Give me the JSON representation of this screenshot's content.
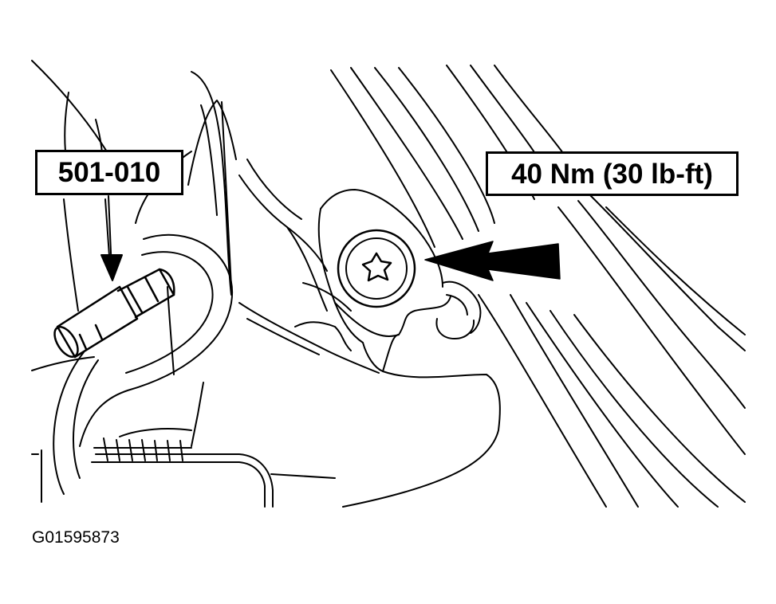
{
  "callouts": {
    "tool_number": "501-010",
    "torque_spec": "40 Nm (30 lb-ft)"
  },
  "figure_id": "G01595873",
  "colors": {
    "line": "#000000",
    "background": "#ffffff"
  },
  "icons": {
    "fastener": "torx-head-bolt-icon",
    "tool": "torx-bit-socket-icon"
  }
}
